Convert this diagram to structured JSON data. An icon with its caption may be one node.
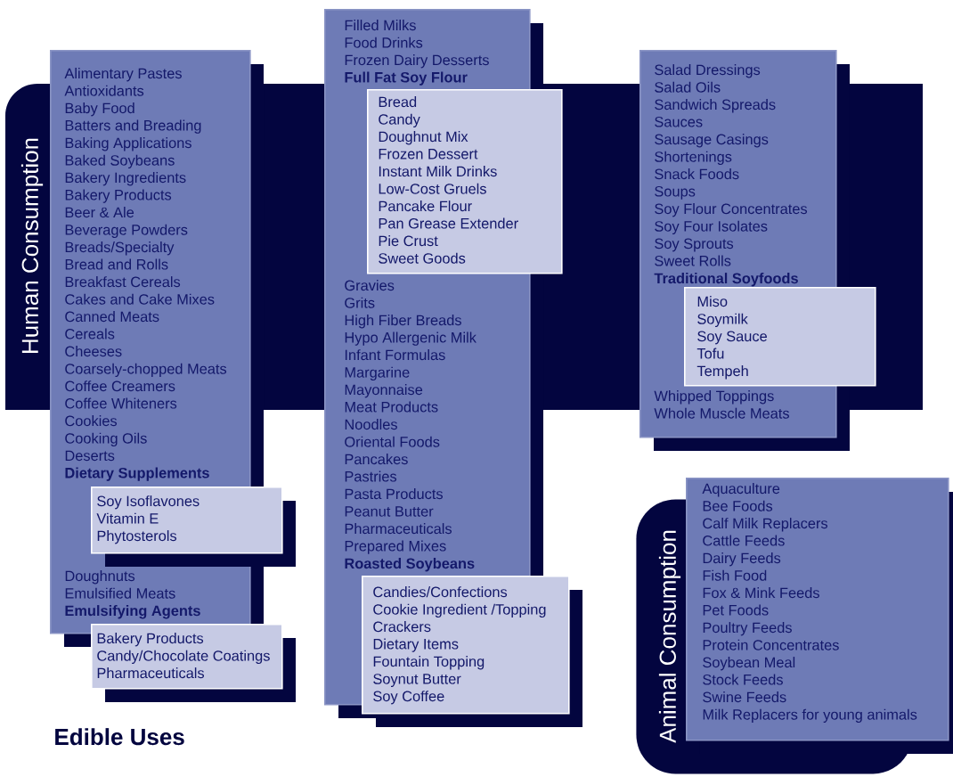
{
  "diagram": {
    "title": "Edible Uses",
    "nodes": [
      {
        "text": [
          "Human Consumption"
        ]
      },
      {
        "text": [
          "Alimentary Pastes",
          "Antioxidants",
          "Baby Food",
          "Batters and Breading",
          "Baking Applications",
          "Baked Soybeans",
          "Bakery Ingredients",
          "Bakery Products",
          "Beer & Ale",
          "Beverage Powders",
          "Breads/Specialty",
          "Bread and Rolls",
          "Breakfast Cereals",
          "Cakes and Cake Mixes",
          "Canned Meats",
          "Cereals",
          "Cheeses",
          "Coarsely-chopped Meats",
          "Coffee Creamers",
          "Coffee Whiteners",
          "Cookies",
          "Cooking Oils",
          "Deserts",
          "**Dietary Supplements**",
          "Doughnuts",
          "Emulsified Meats",
          "**Emulsifying Agents**"
        ]
      },
      {
        "text": [
          "Soy Isoflavones",
          "Vitamin E",
          "Phytosterols"
        ]
      },
      {
        "text": [
          "Bakery Products",
          "Candy/Chocolate Coatings",
          "Pharmaceuticals"
        ]
      },
      {
        "text": [
          "Filled Milks",
          "Food Drinks",
          "Frozen Dairy Desserts",
          "**Full Fat Soy Flour**",
          "Gravies",
          "Grits",
          "High Fiber Breads",
          "Hypo Allergenic Milk",
          "Infant Formulas",
          "Margarine",
          "Mayonnaise",
          "Meat Products",
          "Noodles",
          "Oriental Foods",
          "Pancakes",
          "Pastries",
          "Pasta Products",
          "Peanut Butter",
          "Pharmaceuticals",
          "Prepared Mixes",
          "**Roasted Soybeans**"
        ]
      },
      {
        "in": 0,
        "text": [
          "Bread",
          "Candy",
          "Doughnut Mix",
          "Frozen Dessert",
          "Instant Milk Drinks",
          "Low-Cost Gruels",
          "Pancake Flour",
          "Pan Grease Extender",
          "Pie Crust",
          "Sweet Goods"
        ]
      },
      {
        "text": [
          "Candies/Confections",
          "Cookie Ingredient /Topping",
          "Crackers",
          "Dietary Items",
          "Fountain Topping",
          "Soynut Butter",
          "Soy Coffee"
        ]
      },
      {
        "text": [
          "Salad Dressings",
          "Salad Oils",
          "Sandwich Spreads",
          "Sauces",
          "Sausage Casings",
          "Shortenings",
          "Snack Foods",
          "Soups",
          "Soy Flour Concentrates",
          "Soy Four Isolates",
          "Soy Sprouts",
          "Sweet Rolls",
          "**Traditional Soyfoods**",
          "Whipped Toppings",
          "Whole Muscle Meats"
        ]
      },
      {
        "in": 0,
        "text": [
          "Miso",
          "Soymilk",
          "Soy Sauce",
          "Tofu",
          "Tempeh"
        ]
      },
      {
        "text": [
          "Animal Consumption"
        ]
      },
      {
        "text": [
          "Aquaculture",
          "Bee Foods",
          "Calf Milk Replacers",
          "Cattle Feeds",
          "Dairy Feeds",
          "Fish Food",
          "Fox & Mink Feeds",
          "Pet Foods",
          "Poultry Feeds",
          "Protein Concentrates",
          "Soybean Meal",
          "Stock Feeds",
          "Swine Feeds",
          "Milk Replacers for young animals"
        ]
      }
    ]
  }
}
